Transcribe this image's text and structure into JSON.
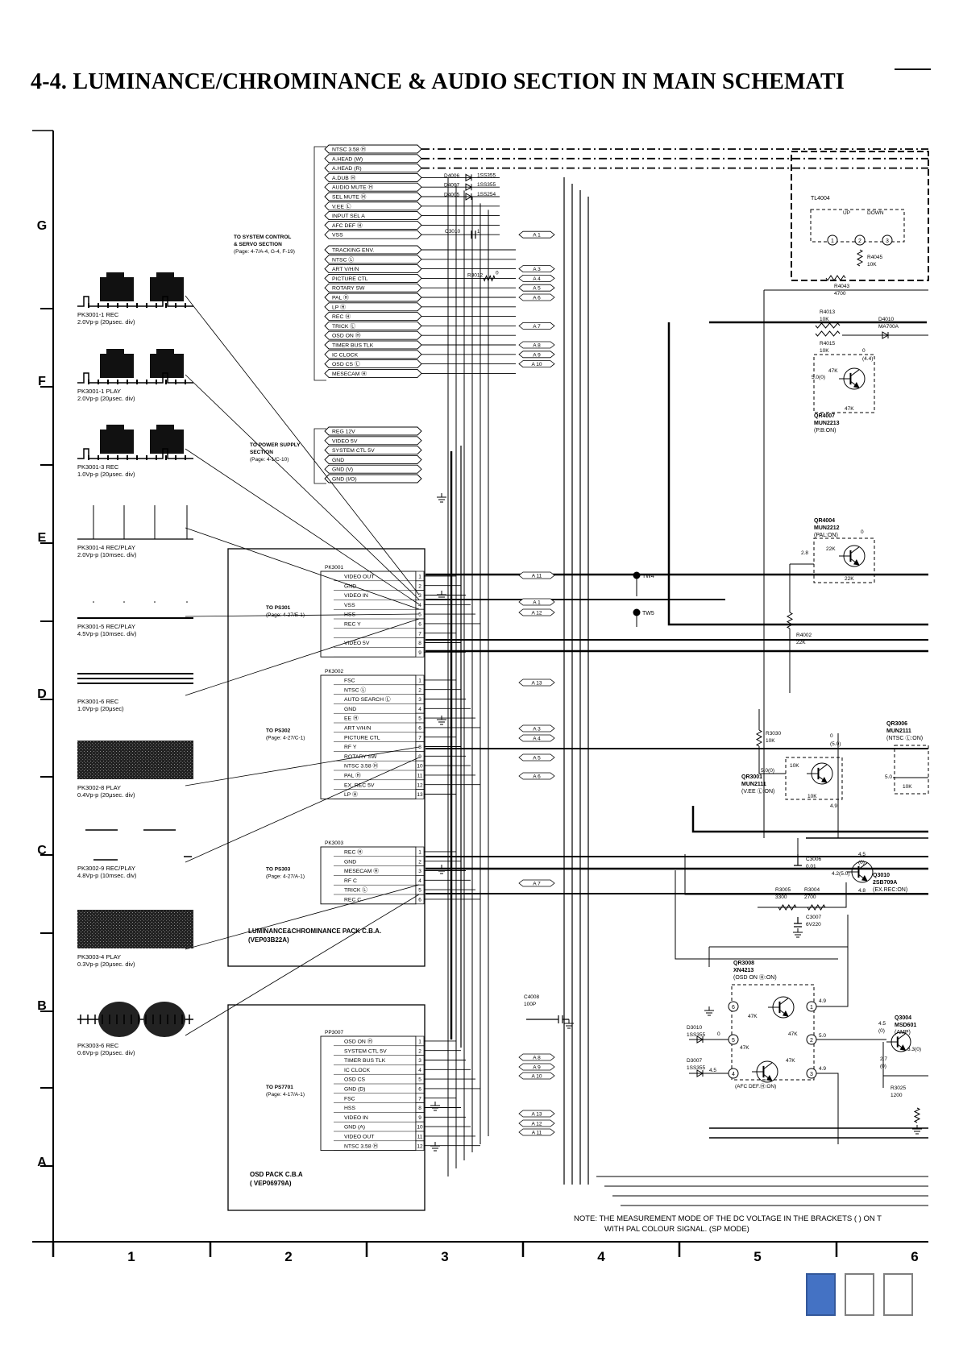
{
  "title": "4-4. LUMINANCE/CHROMINANCE & AUDIO SECTION IN MAIN SCHEMATI",
  "row_labels": [
    "G",
    "F",
    "E",
    "D",
    "C",
    "B",
    "A"
  ],
  "col_labels": [
    "1",
    "2",
    "3",
    "4",
    "5",
    "6"
  ],
  "waveforms": [
    {
      "id": "PK3001-1 REC",
      "line2": "2.0Vp-p (20μsec. div)",
      "style": "burst"
    },
    {
      "id": "PK3001-1 PLAY",
      "line2": "2.0Vp-p (20μsec. div)",
      "style": "burst"
    },
    {
      "id": "PK3001-3 REC",
      "line2": "1.0Vp-p (20μsec. div)",
      "style": "burst"
    },
    {
      "id": "PK3001-4 REC/PLAY",
      "line2": "2.0Vp-p (10msec. div)",
      "style": "pulse"
    },
    {
      "id": "PK3001-5 REC/PLAY",
      "line2": "4.5Vp-p (10msec. div)",
      "style": "flat"
    },
    {
      "id": "PK3001-6 REC",
      "line2": "1.0Vp-p (20μsec)",
      "style": "lines"
    },
    {
      "id": "PK3002-8 PLAY",
      "line2": "0.4Vp-p (20μsec. div)",
      "style": "noise"
    },
    {
      "id": "PK3002-9 REC/PLAY",
      "line2": "4.8Vp-p (10msec. div)",
      "style": "square"
    },
    {
      "id": "PK3003-4 PLAY",
      "line2": "0.3Vp-p (20μsec. div)",
      "style": "noise"
    },
    {
      "id": "PK3003-6 REC",
      "line2": "0.6Vp-p (20μsec. div)",
      "style": "envelope"
    }
  ],
  "system_control": {
    "label": [
      "TO SYSTEM CONTROL",
      "& SERVO SECTION",
      "(Page: 4-7/A-4, G-4, F-19)"
    ],
    "signals": [
      "NTSC 3.58 Ⓗ",
      "A.HEAD (W)",
      "A.HEAD (R)",
      "A.DUB Ⓗ",
      "AUDIO MUTE Ⓗ",
      "SEL MUTE Ⓗ",
      "V.EE Ⓛ",
      "INPUT SEL A",
      "AFC DEF Ⓗ",
      "VSS",
      "TRACKING ENV.",
      "NTSC Ⓛ",
      "ART V/H/N",
      "PICTURE CTL",
      "ROTARY SW",
      "PAL Ⓗ",
      "LP Ⓗ",
      "REC Ⓗ",
      "TRICK Ⓛ",
      "OSD ON Ⓗ",
      "TIMER BUS TLK",
      "IC CLOCK",
      "OSD CS Ⓛ",
      "MESECAM Ⓗ"
    ]
  },
  "power_supply": {
    "label": [
      "TO POWER SUPPLY",
      "SECTION",
      "(Page: 4-1/C-10)"
    ],
    "signals": [
      "REG 12V",
      "VIDEO 5V",
      "SYSTEM CTL 5V",
      "GND",
      "GND (V)",
      "GND (I/O)"
    ]
  },
  "diodes_top": [
    {
      "ref": "D4006",
      "part": "1SS355"
    },
    {
      "ref": "D4007",
      "part": "1SS355"
    },
    {
      "ref": "D4005",
      "part": "1SS254"
    }
  ],
  "connectors": {
    "c3010": "C3010",
    "r3012": "R3012",
    "r3012_val": "0",
    "connector_tags": [
      "A 1",
      "A 3",
      "A 4",
      "A 5",
      "A 6",
      "A 7",
      "A 8",
      "A 9",
      "A 10",
      "A 11",
      "A 12",
      "A 13"
    ]
  },
  "luma_pack": {
    "title": [
      "LUMINANCE&CHROMINANCE PACK C.B.A.",
      "(VEP03B22A)"
    ],
    "groups": [
      {
        "name": "PK3001",
        "to": [
          "TO PS301",
          "(Page: 4-27/E-1)"
        ],
        "pins": [
          "VIDEO OUT",
          "GND",
          "VIDEO IN",
          "VSS",
          "HSS",
          "REC Y",
          "",
          "VIDEO 5V",
          ""
        ]
      },
      {
        "name": "PK3002",
        "to": [
          "TO PS302",
          "(Page: 4-27/C-1)"
        ],
        "pins": [
          "FSC",
          "NTSC Ⓛ",
          "AUTO SEARCH Ⓛ",
          "GND",
          "EE Ⓗ",
          "ART V/H/N",
          "PICTURE CTL",
          "RF Y",
          "ROTARY SW",
          "NTSC 3.58 Ⓗ",
          "PAL Ⓗ",
          "EX. REC 5V",
          "LP Ⓗ"
        ]
      },
      {
        "name": "PK3003",
        "to": [
          "TO PS303",
          "(Page: 4-27/A-1)"
        ],
        "pins": [
          "REC Ⓗ",
          "GND",
          "MESECAM Ⓗ",
          "RF C",
          "TRICK Ⓛ",
          "REC C"
        ]
      }
    ]
  },
  "osd_pack": {
    "title": [
      "OSD PACK C.B.A",
      "( VEP06979A)"
    ],
    "group": {
      "name": "PP3007",
      "to": [
        "TO PS7701",
        "(Page: 4-17/A-1)"
      ],
      "pins": [
        "OSD ON Ⓗ",
        "SYSTEM CTL 5V",
        "TIMER BUS TLK",
        "IC CLOCK",
        "OSD CS",
        "GND (D)",
        "FSC",
        "HSS",
        "VIDEO IN",
        "GND (A)",
        "VIDEO OUT",
        "NTSC 3.58 Ⓗ"
      ]
    }
  },
  "test_points": [
    "TW4",
    "TW5"
  ],
  "c4008": [
    "C4008",
    "100P"
  ],
  "tl4004": {
    "ref": "TL4004",
    "up": "UP",
    "down": "DOWN",
    "pins": [
      "1",
      "2",
      "3"
    ],
    "r4045": [
      "R4045",
      "10K"
    ],
    "r4043": [
      "R4043",
      "4700"
    ]
  },
  "d4010": [
    "D4010",
    "MA700A"
  ],
  "r4013": [
    "R4013",
    "10K"
  ],
  "r4015": [
    "R4015",
    "10K"
  ],
  "qr4007": {
    "lines": [
      "QR4007",
      "MUN2213",
      "(P.B:ON)"
    ],
    "v": "5.0(0)",
    "v2": "0",
    "v3": "(4.4)",
    "r1": "47K",
    "r2": "47K"
  },
  "qr4004": {
    "lines": [
      "QR4004",
      "MUN2212",
      "(PAL:ON)"
    ],
    "v": "2.8",
    "v2": "0",
    "r1": "22K",
    "r2": "22K"
  },
  "r4002": [
    "R4002",
    "22K"
  ],
  "qr3006": [
    "QR3006",
    "MUN2111",
    "(NTSC Ⓛ:ON)"
  ],
  "qr3006_v": "5.0",
  "qr3006_r": "10K",
  "r3030": [
    "R3030",
    "10K"
  ],
  "qr3001": {
    "lines": [
      "QR3001",
      "MUN2111",
      "(V.EE Ⓛ:ON)"
    ],
    "v": "5.0(0)",
    "v2": "0",
    "v3": "(5.0)",
    "v4": "4.9",
    "r1": "10K",
    "r2": "10K"
  },
  "q3010": {
    "lines": [
      "Q3010",
      "2SB709A",
      "(EX.REC:ON)"
    ],
    "v": "4.5",
    "v2": "(0)",
    "v3": "4.2(5.0)",
    "v4": "4.8"
  },
  "c3006": [
    "C3006",
    "0.01"
  ],
  "r3005": [
    "R3005",
    "3300"
  ],
  "r3004": [
    "R3004",
    "2700"
  ],
  "c3007": [
    "C3007",
    "6V220"
  ],
  "qr3008": {
    "lines": [
      "QR3008",
      "XN4213",
      "(OSD ON Ⓗ:ON)"
    ],
    "pins": [
      "6",
      "5",
      "4",
      "1",
      "2",
      "3"
    ],
    "afc": "(AFC DEF.Ⓗ:ON)",
    "v1": "4.9",
    "v2": "5.0",
    "v3": "4.9",
    "v4": "0",
    "v5": "4.5",
    "r1": "47K",
    "r2": "47K",
    "r3": "47K",
    "r4": "47K"
  },
  "d3010": [
    "D3010",
    "1SS355"
  ],
  "d3007": [
    "D3007",
    "1SS355"
  ],
  "q3004": {
    "lines": [
      "Q3004",
      "MSD601",
      "(AMP)"
    ],
    "v": "4.5",
    "v2": "(0)",
    "v3": "2.7",
    "v4": "(0)",
    "v5": "3.3(0)"
  },
  "r3025": [
    "R3025",
    "1200"
  ],
  "note": [
    "NOTE: THE MEASUREMENT MODE OF THE DC VOLTAGE IN THE BRACKETS (        ) ON T",
    "WITH PAL COLOUR SIGNAL. (SP MODE)"
  ],
  "pager_pages": 3,
  "pager_active": 0
}
